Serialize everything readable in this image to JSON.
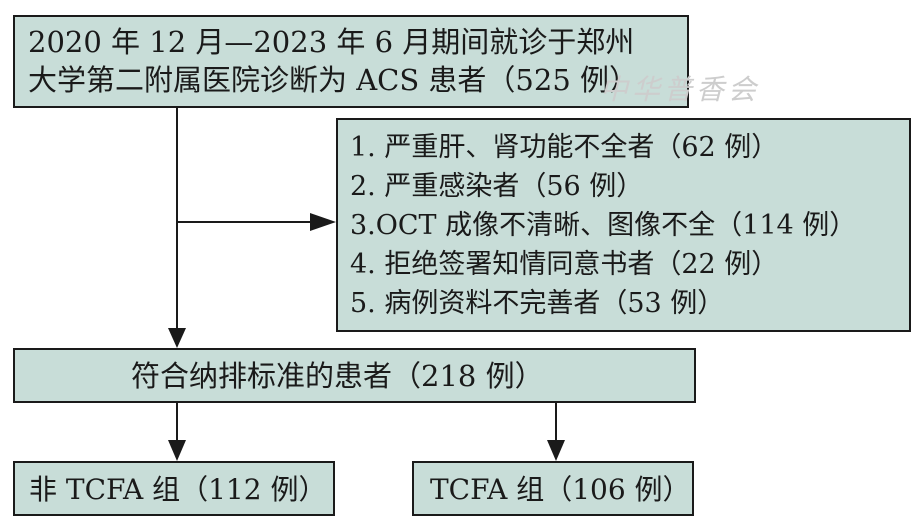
{
  "top_box": {
    "line1": "2020 年 12 月—2023 年 6 月期间就诊于郑州",
    "line2": "大学第二附属医院诊断为 ACS 患者（525 例）"
  },
  "exclusions": [
    "1. 严重肝、肾功能不全者（62 例）",
    "2. 严重感染者（56 例）",
    "3.OCT 成像不清晰、图像不全（114 例）",
    "4. 拒绝签署知情同意书者（22 例）",
    "5. 病例资料不完善者（53 例）"
  ],
  "included_box": "符合纳排标准的患者（218 例）",
  "group_non_tcfa": "非 TCFA 组（112 例）",
  "group_tcfa": "TCFA 组（106 例）",
  "watermark": "中华普香会",
  "colors": {
    "box_fill": "#c8ddd8",
    "border": "#1a1a1a",
    "watermark": "#cdcdcd"
  }
}
